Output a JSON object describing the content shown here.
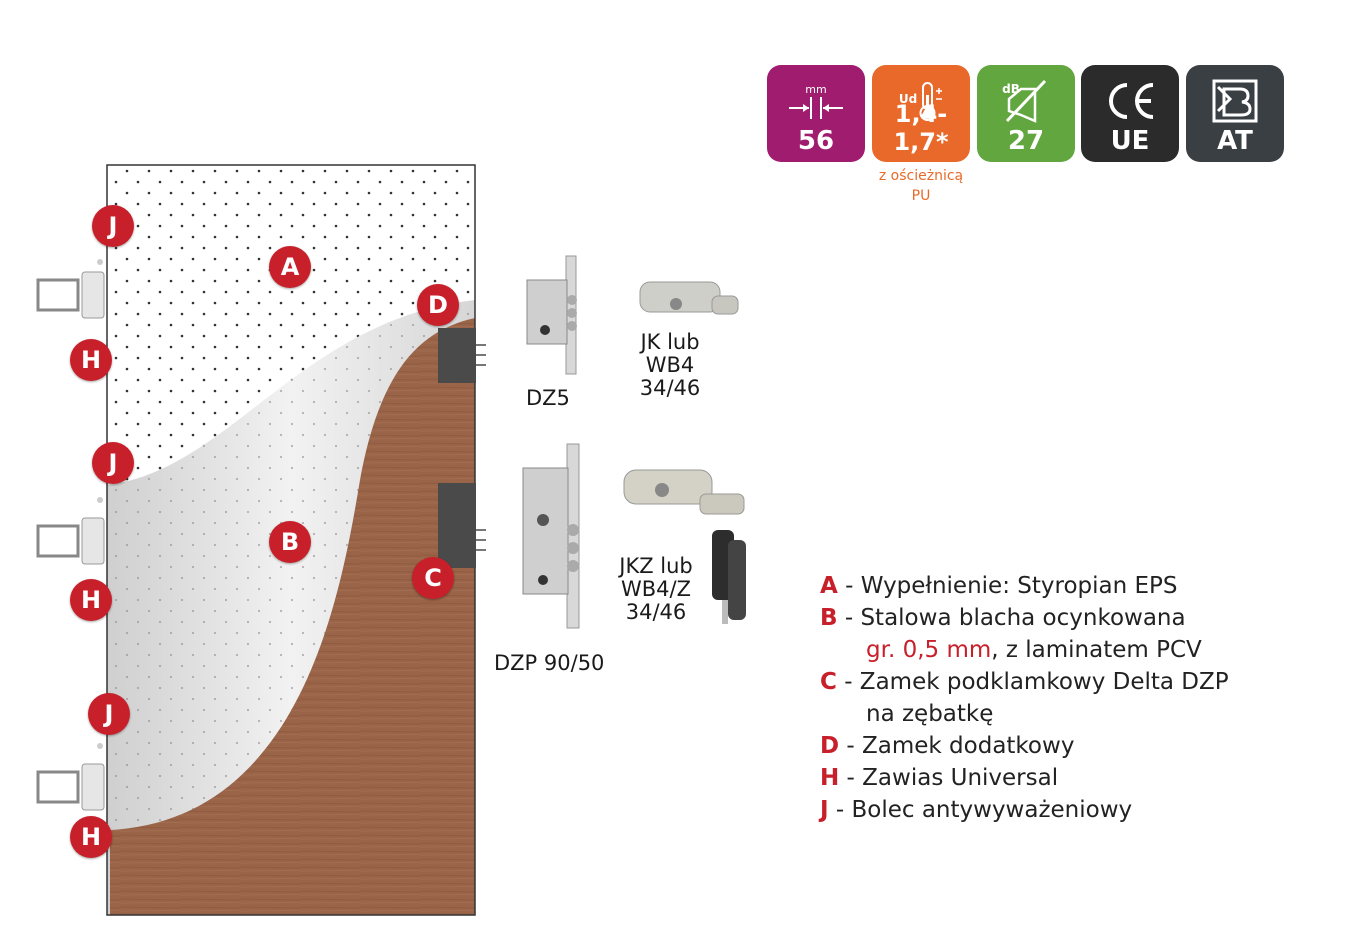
{
  "badges": [
    {
      "id": "thickness",
      "unit": "mm",
      "value": "56",
      "color": "#a01c6e",
      "icon": "thickness-arrows-icon"
    },
    {
      "id": "thermal",
      "unit": "Ud",
      "value": "1,4-1,7*",
      "color": "#e8692a",
      "icon": "thermometer-icon"
    },
    {
      "id": "acoustic",
      "unit": "dB",
      "value": "27",
      "color": "#62a640",
      "icon": "sound-muted-icon"
    },
    {
      "id": "ce",
      "unit": "",
      "value": "UE",
      "color": "#2b2b2b",
      "icon": "ce-mark-icon"
    },
    {
      "id": "at",
      "unit": "",
      "value": "AT",
      "color": "#3a3f44",
      "icon": "building-b-icon"
    }
  ],
  "thermal_note": {
    "line1": "z ościeżnicą",
    "line2": "PU"
  },
  "markers": {
    "A": "A",
    "B": "B",
    "C": "C",
    "D": "D",
    "H": "H",
    "J": "J"
  },
  "products": {
    "dz5": "DZ5",
    "jk_line1": "JK lub",
    "jk_line2": "WB4",
    "jk_line3": "34/46",
    "dzp": "DZP 90/50",
    "jkz_line1": "JKZ lub",
    "jkz_line2": "WB4/Z",
    "jkz_line3": "34/46"
  },
  "legend": {
    "a_key": "A",
    "a_text": " - Wypełnienie: Styropian EPS",
    "b_key": "B",
    "b_text": " - Stalowa blacha ocynkowana",
    "b2_red": "gr. 0,5 mm",
    "b2_text": ", z laminatem PCV",
    "c_key": "C",
    "c_text": " - Zamek podklamkowy Delta DZP",
    "c2_text": "na zębatkę",
    "d_key": "D",
    "d_text": " - Zamek dodatkowy",
    "h_key": "H",
    "h_text": " - Zawias Universal",
    "j_key": "J",
    "j_text": " - Bolec antywyważeniowy"
  },
  "colors": {
    "accent_red": "#c8202a",
    "wood": "#9a6448",
    "steel": "#dcdcdc"
  }
}
